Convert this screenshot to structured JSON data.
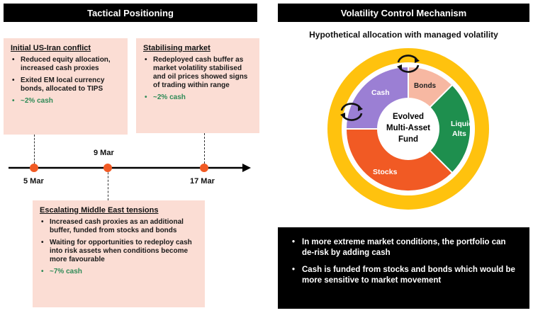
{
  "left_panel": {
    "title": "Tactical Positioning",
    "events": [
      {
        "title": "Initial US-Iran conflict",
        "bullets": [
          "Reduced equity allocation, increased cash proxies",
          "Exited EM local currency bonds, allocated to TIPS"
        ],
        "cash": "~2% cash"
      },
      {
        "title": "Stabilising market",
        "bullets": [
          "Redeployed cash buffer as market volatility stabilised and oil prices showed signs of trading within range"
        ],
        "cash": "~2% cash"
      },
      {
        "title": "Escalating Middle East tensions",
        "bullets": [
          "Increased cash proxies as an additional buffer, funded from stocks and bonds",
          "Waiting for opportunities to redeploy cash into risk assets when conditions become more favourable"
        ],
        "cash": "~7% cash"
      }
    ],
    "timeline": {
      "dates": [
        "5 Mar",
        "9 Mar",
        "17 Mar"
      ]
    }
  },
  "right_panel": {
    "title": "Volatility Control Mechanism",
    "subtitle": "Hypothetical allocation with managed volatility",
    "center_label": [
      "Evolved",
      "Multi-Asset",
      "Fund"
    ],
    "segments": [
      {
        "label": "Cash",
        "color": "#9b7fd4"
      },
      {
        "label": "Bonds",
        "color": "#f7b8a2"
      },
      {
        "label": "Liquid",
        "label2": "Alts",
        "color": "#1e8f4e"
      },
      {
        "label": "Stocks",
        "color": "#f15a24"
      }
    ],
    "outer_ring_color": "#ffc20e",
    "bullets": [
      "In more extreme market conditions, the portfolio can de-risk by adding cash",
      "Cash is funded from stocks and bonds which would be more sensitive to market movement"
    ]
  },
  "colors": {
    "timeline_dot": "#f15a24",
    "box_fill": "#fbddd4",
    "cash_text": "#2e8b57"
  }
}
